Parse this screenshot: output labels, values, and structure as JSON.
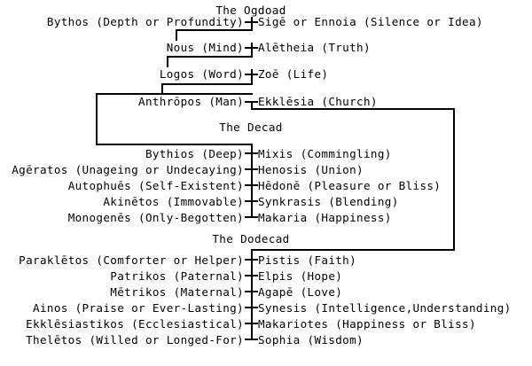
{
  "diagram": {
    "title_semantic": "valentinian-aeons-emanation-chart",
    "line_color": "#000000",
    "background_color": "#ffffff",
    "text_color": "#000000"
  },
  "sections": [
    {
      "id": "ogdoad",
      "heading": "The Ogdoad",
      "pairs": [
        {
          "left": "Bythos (Depth or Profundity)",
          "right": "Sigē or Ennoia (Silence or Idea)"
        },
        {
          "left": "Nous (Mind)",
          "right": "Alētheia (Truth)"
        },
        {
          "left": "Logos (Word)",
          "right": "Zoē (Life)"
        },
        {
          "left": "Anthrōpos (Man)",
          "right": "Ekklēsia (Church)"
        }
      ]
    },
    {
      "id": "decad",
      "heading": "The Decad",
      "pairs": [
        {
          "left": "Bythios (Deep)",
          "right": "Mixis (Commingling)"
        },
        {
          "left": "Agēratos (Unageing or Undecaying)",
          "right": "Henosis (Union)"
        },
        {
          "left": "Autophuēs (Self-Existent)",
          "right": "Hēdonē (Pleasure or Bliss)"
        },
        {
          "left": "Akinētos (Immovable)",
          "right": "Synkrasis (Blending)"
        },
        {
          "left": "Monogenēs (Only-Begotten)",
          "right": "Makaria (Happiness)"
        }
      ]
    },
    {
      "id": "dodecad",
      "heading": "The Dodecad",
      "pairs": [
        {
          "left": "Paraklētos (Comforter or Helper)",
          "right": "Pistis (Faith)"
        },
        {
          "left": "Patrikos (Paternal)",
          "right": "Elpis (Hope)"
        },
        {
          "left": "Mētrikos (Maternal)",
          "right": "Agapē (Love)"
        },
        {
          "left": "Ainos (Praise or Ever-Lasting)",
          "right": "Synesis (Intelligence,Understanding)"
        },
        {
          "left": "Ekklēsiastikos (Ecclesiastical)",
          "right": "Makariotes (Happiness or Bliss)"
        },
        {
          "left": "Thelētos (Willed or Longed-For)",
          "right": "Sophia (Wisdom)"
        }
      ]
    }
  ]
}
